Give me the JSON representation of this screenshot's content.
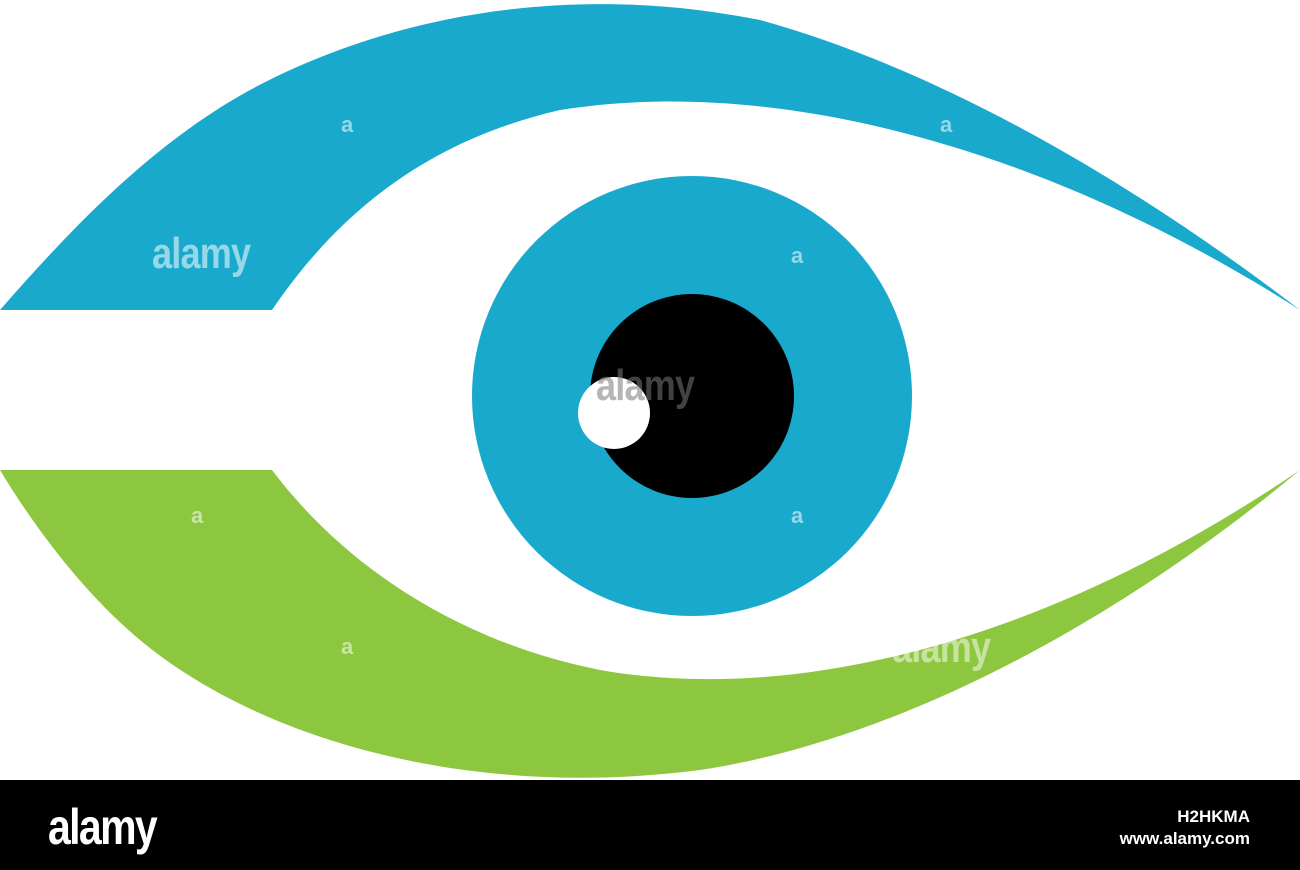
{
  "logo": {
    "name": "eye-logo",
    "colors": {
      "upper_lid": "#18a9cd",
      "lower_lid": "#8dc63f",
      "iris": "#18a9cd",
      "pupil": "#000000",
      "highlight": "#ffffff",
      "background": "#ffffff"
    }
  },
  "watermarks": {
    "word": "alamy",
    "letter": "a"
  },
  "footer": {
    "brand": "alamy",
    "image_id": "H2HKMA",
    "site": "www.alamy.com",
    "background": "#000000"
  }
}
